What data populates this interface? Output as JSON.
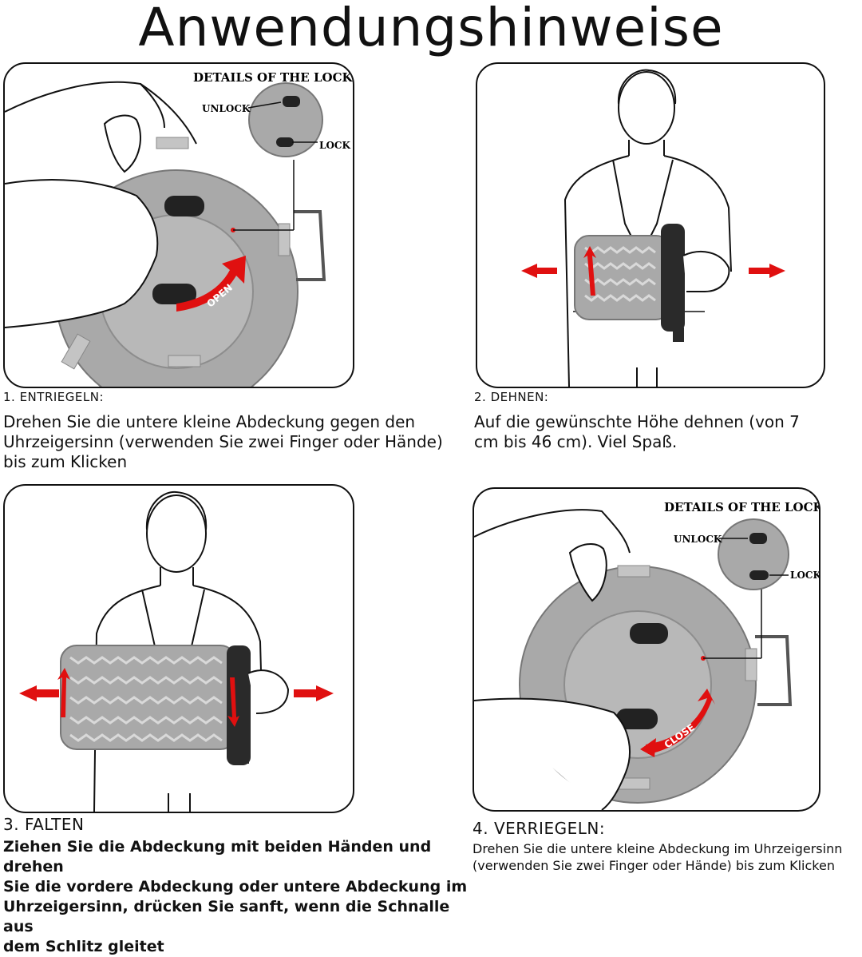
{
  "title": "Anwendungshinweise",
  "lock_details": {
    "heading": "DETAILS OF THE LOCK",
    "unlock": "UNLOCK",
    "lock": "LOCK"
  },
  "arrow_labels": {
    "open": "OPEN",
    "close": "CLOSE"
  },
  "steps": [
    {
      "heading": "1. ENTRIEGELN:",
      "body": [
        "Drehen Sie die untere kleine Abdeckung gegen den",
        "Uhrzeigersinn (verwenden Sie zwei Finger oder Hände)",
        "bis zum Klicken"
      ]
    },
    {
      "heading": "2. DEHNEN:",
      "body": [
        "Auf die gewünschte Höhe dehnen (von 7",
        "cm bis 46 cm). Viel Spaß."
      ]
    },
    {
      "heading": "3. FALTEN",
      "body": [
        "Ziehen Sie die Abdeckung mit beiden Händen und drehen",
        "Sie die vordere Abdeckung oder untere Abdeckung im",
        "Uhrzeigersinn, drücken Sie sanft, wenn die Schnalle aus",
        "dem Schlitz gleitet"
      ]
    },
    {
      "heading": "4. VERRIEGELN:",
      "body": [
        "Drehen Sie die untere kleine Abdeckung im Uhrzeigersinn",
        "(verwenden Sie zwei Finger oder Hände) bis zum Klicken"
      ]
    }
  ],
  "colors": {
    "accent_red": "#e01010",
    "stool_gray": "#a9a9a9",
    "outline": "#111111"
  }
}
